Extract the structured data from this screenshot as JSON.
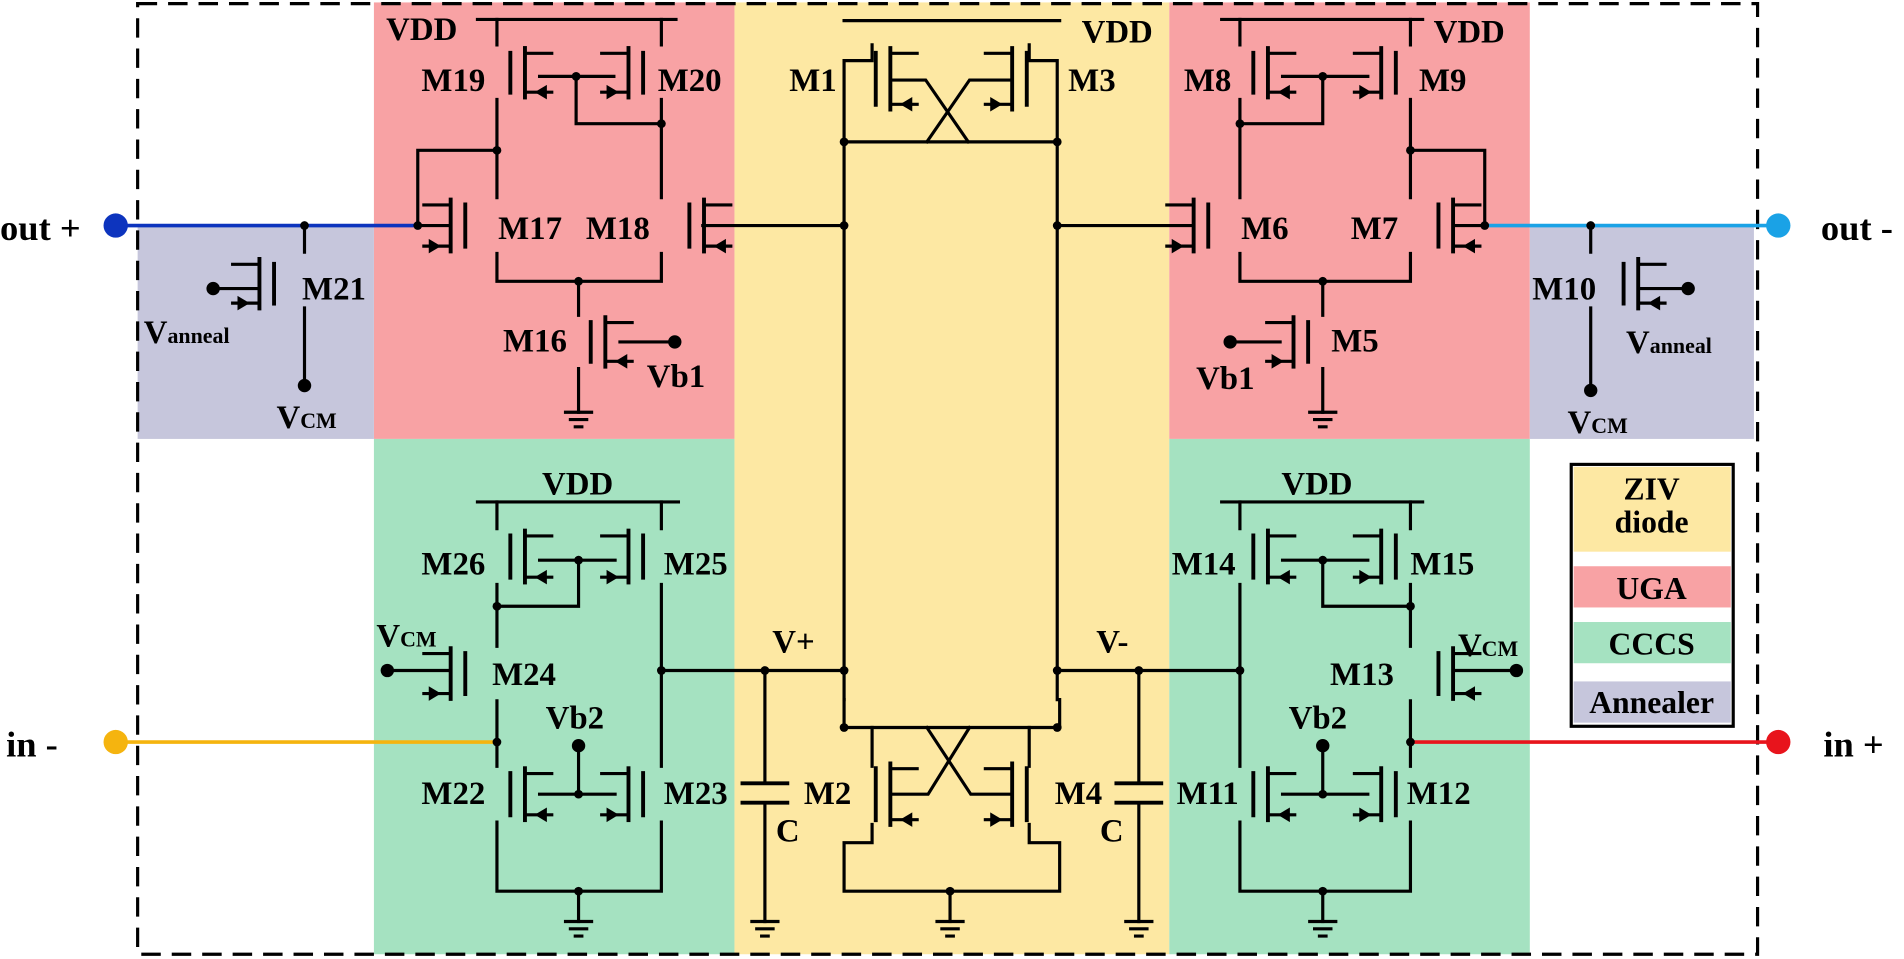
{
  "colors": {
    "uga": "#f8a2a4",
    "ziv": "#fde8a3",
    "cccs": "#a5e2c1",
    "annealer": "#c6c6dc",
    "out_plus": "#0d34be",
    "out_minus": "#1aa2e6",
    "in_minus": "#f5b40f",
    "in_plus": "#e8141c",
    "wire": "#000000"
  },
  "ports": {
    "out_plus": "out +",
    "out_minus": "out -",
    "in_minus": "in -",
    "in_plus": "in +"
  },
  "supply": {
    "vdd": "VDD"
  },
  "nodes": {
    "v_plus": "V+",
    "v_minus": "V-"
  },
  "capacitor": "C",
  "bias": {
    "vb1": "Vb1",
    "vb2": "Vb2"
  },
  "vanneal": {
    "main": "V",
    "sub": "anneal"
  },
  "vcm": {
    "main": "V",
    "sub": "CM"
  },
  "transistors": {
    "m1": "M1",
    "m2": "M2",
    "m3": "M3",
    "m4": "M4",
    "m5": "M5",
    "m6": "M6",
    "m7": "M7",
    "m8": "M8",
    "m9": "M9",
    "m10": "M10",
    "m11": "M11",
    "m12": "M12",
    "m13": "M13",
    "m14": "M14",
    "m15": "M15",
    "m16": "M16",
    "m17": "M17",
    "m18": "M18",
    "m19": "M19",
    "m20": "M20",
    "m21": "M21",
    "m22": "M22",
    "m23": "M23",
    "m24": "M24",
    "m25": "M25",
    "m26": "M26"
  },
  "legend": [
    {
      "label": "ZIV\ndiode",
      "color": "#fde8a3"
    },
    {
      "label": "UGA",
      "color": "#f8a2a4"
    },
    {
      "label": "CCCS",
      "color": "#a5e2c1"
    },
    {
      "label": "Annealer",
      "color": "#c6c6dc"
    }
  ]
}
